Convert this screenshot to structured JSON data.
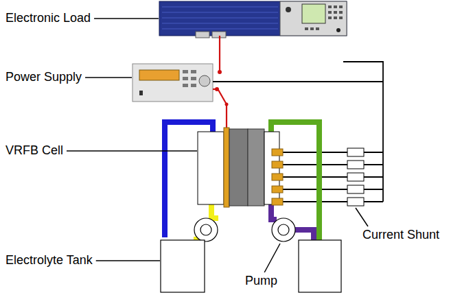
{
  "diagram": {
    "labels": [
      "Electronic Load",
      "Power Supply",
      "VRFB Cell",
      "Electrolyte Tank",
      "Pump",
      "Current Shunt"
    ]
  }
}
